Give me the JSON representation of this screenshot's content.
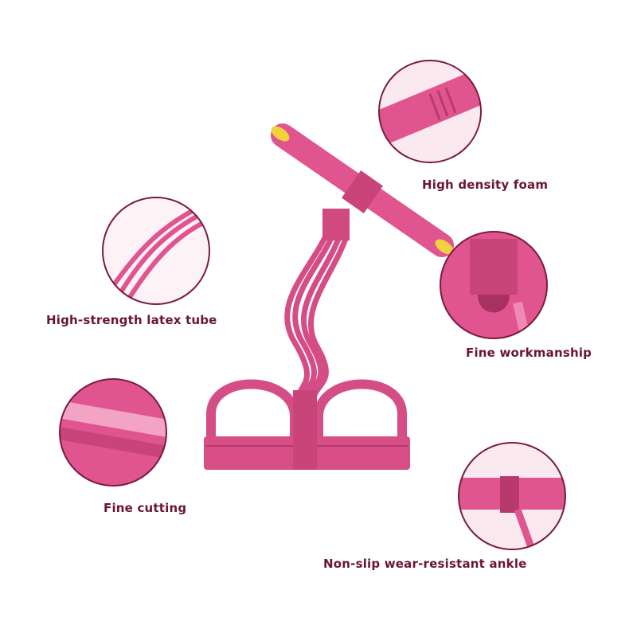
{
  "labels": {
    "foam": "High density foam",
    "tube": "High-strength latex tube",
    "workmanship": "Fine workmanship",
    "cutting": "Fine cutting",
    "ankle": "Non-slip wear-resistant ankle"
  },
  "colors": {
    "product_pink": "#e0558f",
    "dark_pink": "#b83a6c",
    "outline": "#7a1a40",
    "text": "#6b1535",
    "foam_end": "#f2d23c"
  }
}
